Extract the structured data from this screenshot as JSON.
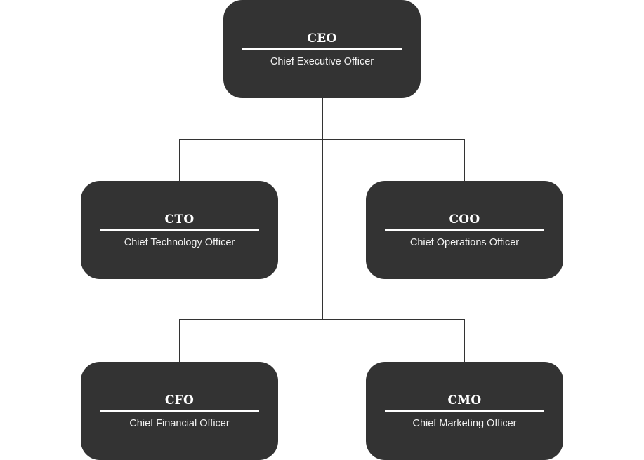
{
  "colors": {
    "node_fill": "#333333",
    "node_text": "#ffffff",
    "connector": "#333333",
    "background": "#ffffff"
  },
  "org_chart": {
    "ceo": {
      "abbr": "CEO",
      "title": "Chief Executive Officer"
    },
    "cto": {
      "abbr": "CTO",
      "title": "Chief Technology Officer",
      "reports_to": "CEO"
    },
    "coo": {
      "abbr": "COO",
      "title": "Chief Operations Officer",
      "reports_to": "CEO"
    },
    "cfo": {
      "abbr": "CFO",
      "title": "Chief Financial Officer",
      "reports_to": "CEO"
    },
    "cmo": {
      "abbr": "CMO",
      "title": "Chief Marketing Officer",
      "reports_to": "CEO"
    }
  }
}
